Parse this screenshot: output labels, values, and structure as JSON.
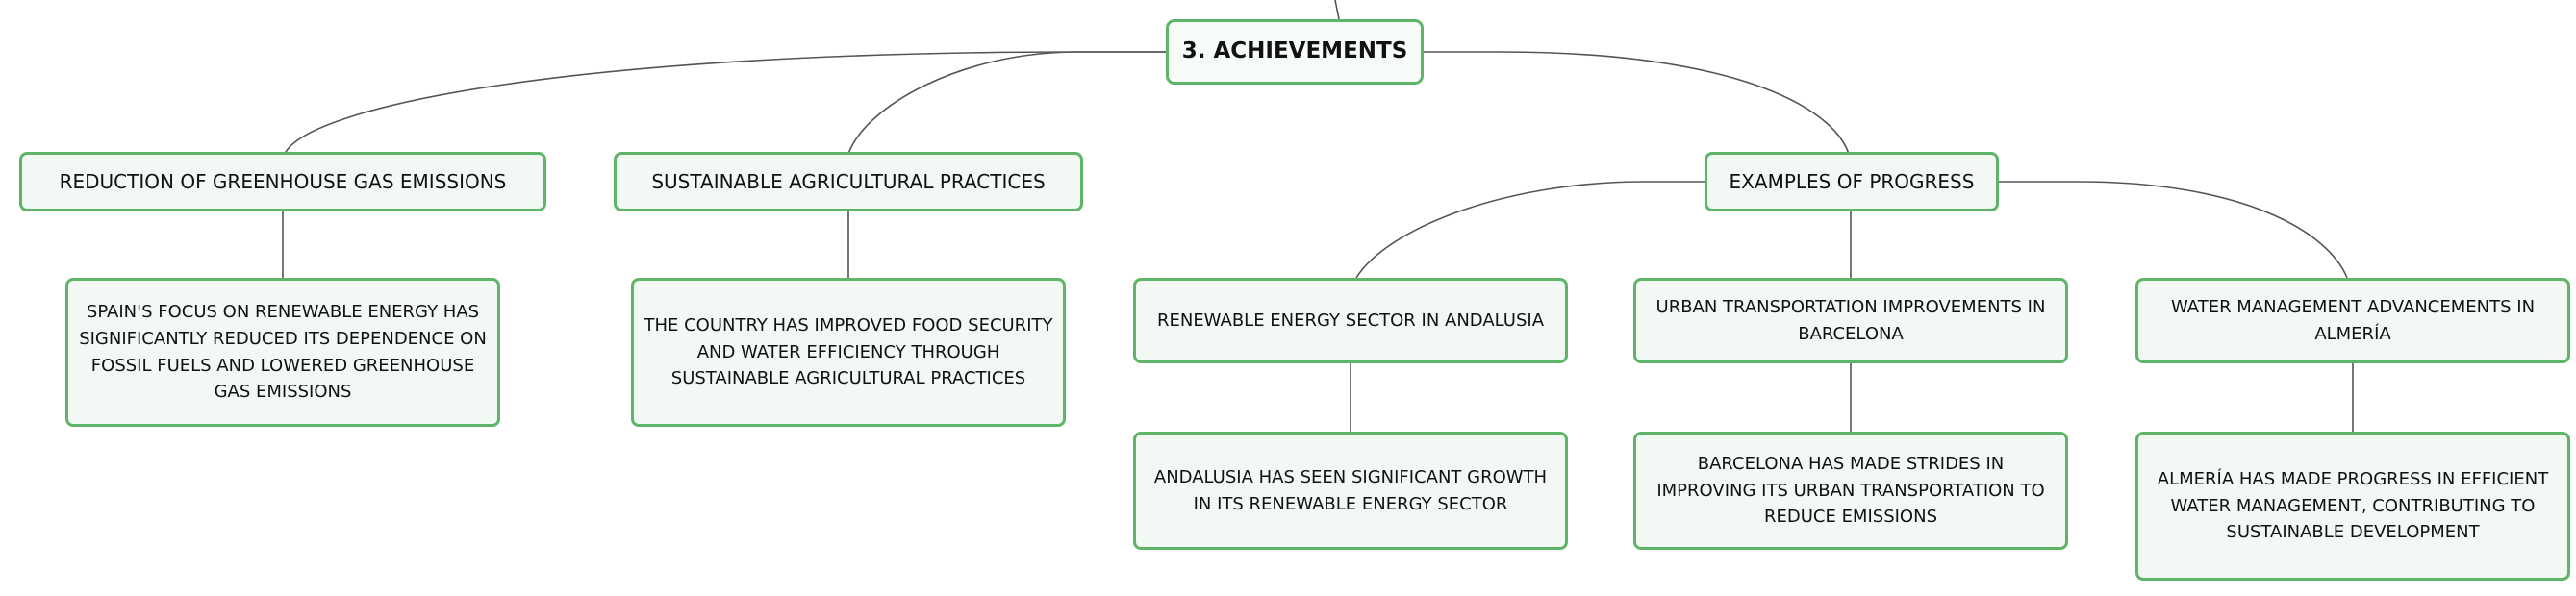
{
  "diagram": {
    "root": {
      "label": "3. ACHIEVEMENTS"
    },
    "branches": [
      {
        "label": "REDUCTION OF GREENHOUSE GAS EMISSIONS",
        "detail": "SPAIN'S FOCUS ON RENEWABLE ENERGY HAS SIGNIFICANTLY REDUCED ITS DEPENDENCE ON FOSSIL FUELS AND LOWERED GREENHOUSE GAS EMISSIONS"
      },
      {
        "label": "SUSTAINABLE AGRICULTURAL PRACTICES",
        "detail": "THE COUNTRY HAS IMPROVED FOOD SECURITY AND WATER EFFICIENCY THROUGH SUSTAINABLE AGRICULTURAL PRACTICES"
      },
      {
        "label": "EXAMPLES OF PROGRESS",
        "examples": [
          {
            "label": "RENEWABLE ENERGY SECTOR IN ANDALUSIA",
            "detail": "ANDALUSIA HAS SEEN SIGNIFICANT GROWTH IN ITS RENEWABLE ENERGY SECTOR"
          },
          {
            "label": "URBAN TRANSPORTATION IMPROVEMENTS IN BARCELONA",
            "detail": "BARCELONA HAS MADE STRIDES IN IMPROVING ITS URBAN TRANSPORTATION TO REDUCE EMISSIONS"
          },
          {
            "label": "WATER MANAGEMENT ADVANCEMENTS IN ALMERÍA",
            "detail": "ALMERÍA HAS MADE PROGRESS IN EFFICIENT WATER MANAGEMENT, CONTRIBUTING TO SUSTAINABLE DEVELOPMENT"
          }
        ]
      }
    ],
    "colors": {
      "node_border": "#5fb567",
      "node_fill": "#f2f9f4",
      "connector": "#555555",
      "text": "#111111"
    }
  }
}
